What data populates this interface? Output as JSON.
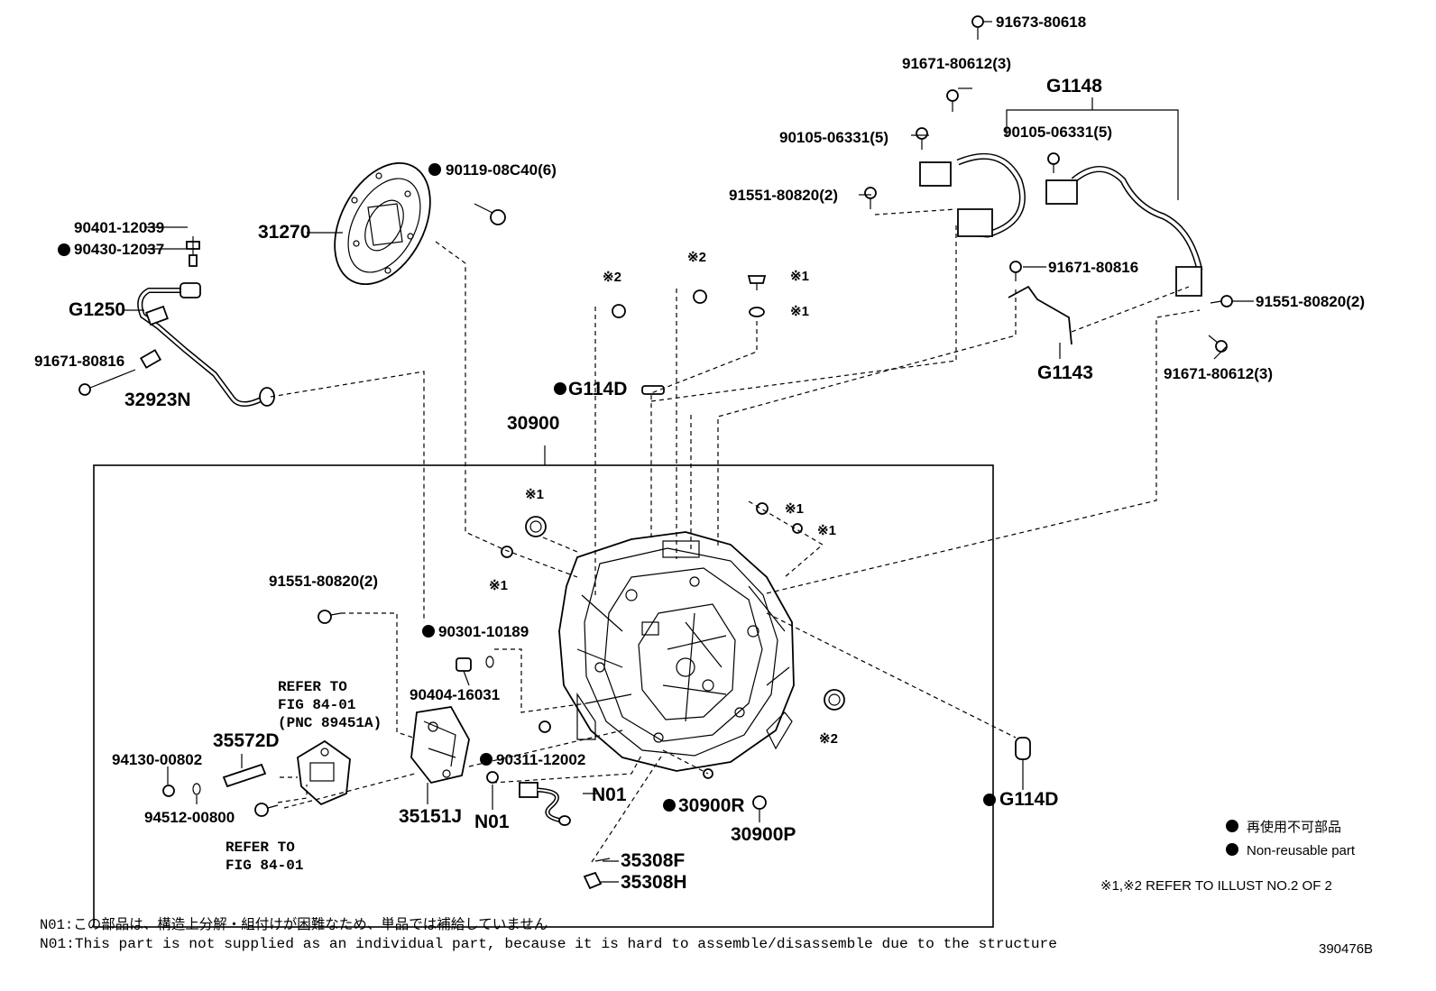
{
  "labels": {
    "p91673_80618": "91673-80618",
    "p91671_80612_top": "91671-80612(3)",
    "g1148": "G1148",
    "p90105_06331_a": "90105-06331(5)",
    "p90105_06331_b": "90105-06331(5)",
    "p91551_80820_top": "91551-80820(2)",
    "p90119_08c40": "90119-08C40(6)",
    "p31270": "31270",
    "p90401_12039": "90401-12039",
    "p90430_12037": "90430-12037",
    "g1250": "G1250",
    "p91671_80816_left": "91671-80816",
    "p32923n": "32923N",
    "p91671_80816_right": "91671-80816",
    "p91551_80820_right": "91551-80820(2)",
    "g1143": "G1143",
    "p91671_80612_right": "91671-80612(3)",
    "g114d_top": "G114D",
    "p30900": "30900",
    "p91551_80820_mid": "91551-80820(2)",
    "p90301_10189": "90301-10189",
    "p90404_16031": "90404-16031",
    "p35572d": "35572D",
    "p94130_00802": "94130-00802",
    "p94512_00800": "94512-00800",
    "p90311_12002": "90311-12002",
    "p35151j": "35151J",
    "n01_a": "N01",
    "n01_b": "N01",
    "p30900r": "30900R",
    "p30900p": "30900P",
    "g114d_right": "G114D",
    "p35308f": "35308F",
    "p35308h": "35308H",
    "ref1_l1": "REFER TO",
    "ref1_l2": "FIG 84-01",
    "ref1_l3": "(PNC 89451A)",
    "ref2_l1": "REFER TO",
    "ref2_l2": "FIG 84-01"
  },
  "marks": {
    "m1": "※1",
    "m2": "※1",
    "m3": "※1",
    "m4": "※1",
    "m5": "※1",
    "m6": "※1",
    "m2a": "※2",
    "m2b": "※2",
    "m2c": "※2"
  },
  "legend": {
    "jp": "再使用不可部品",
    "en": "Non-reusable part",
    "refer": "※1,※2 REFER TO ILLUST NO.2 OF 2"
  },
  "notes": {
    "jp": "N01:この部品は、構造上分解・組付けが困難なため、単品では補給していません",
    "en": "N01:This part is not supplied as an individual part, because it is hard to assemble/disassemble due to the structure"
  },
  "illust_no": "390476B"
}
